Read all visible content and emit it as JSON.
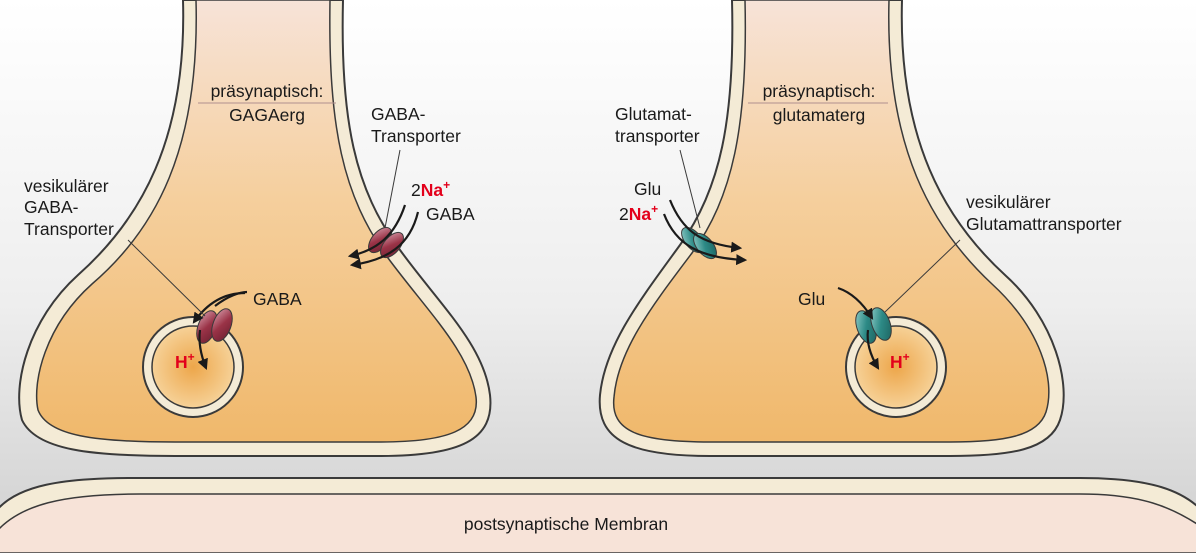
{
  "colors": {
    "background_top": "#ffffff",
    "background_bottom": "#cfcfcf",
    "membrane": "#f4ebd6",
    "outline": "#3a3a3a",
    "cytoplasm_dark": "#f0b86b",
    "cytoplasm_light": "#f7e3d8",
    "gaba_transporter": "#9a3347",
    "glutamate_transporter": "#2d8a86",
    "ion_red": "#e3001b"
  },
  "left_terminal": {
    "title_line1": "präsynaptisch:",
    "title_line2": "GAGAerg",
    "membrane_transporter": {
      "label_line1": "GABA-",
      "label_line2": "Transporter",
      "ion_count": "2",
      "ion": "Na",
      "ion_charge": "+",
      "substrate": "GABA"
    },
    "vesicular_transporter": {
      "label_line1": "vesikulärer",
      "label_line2": "GABA-",
      "label_line3": "Transporter",
      "substrate": "GABA",
      "ion": "H",
      "ion_charge": "+"
    }
  },
  "right_terminal": {
    "title_line1": "präsynaptisch:",
    "title_line2": "glutamaterg",
    "membrane_transporter": {
      "label_line1": "Glutamat-",
      "label_line2": "transporter",
      "substrate": "Glu",
      "ion_count": "2",
      "ion": "Na",
      "ion_charge": "+"
    },
    "vesicular_transporter": {
      "label_line1": "vesikulärer",
      "label_line2": "Glutamattransporter",
      "substrate": "Glu",
      "ion": "H",
      "ion_charge": "+"
    }
  },
  "postsynaptic": {
    "label": "postsynaptische Membran"
  }
}
